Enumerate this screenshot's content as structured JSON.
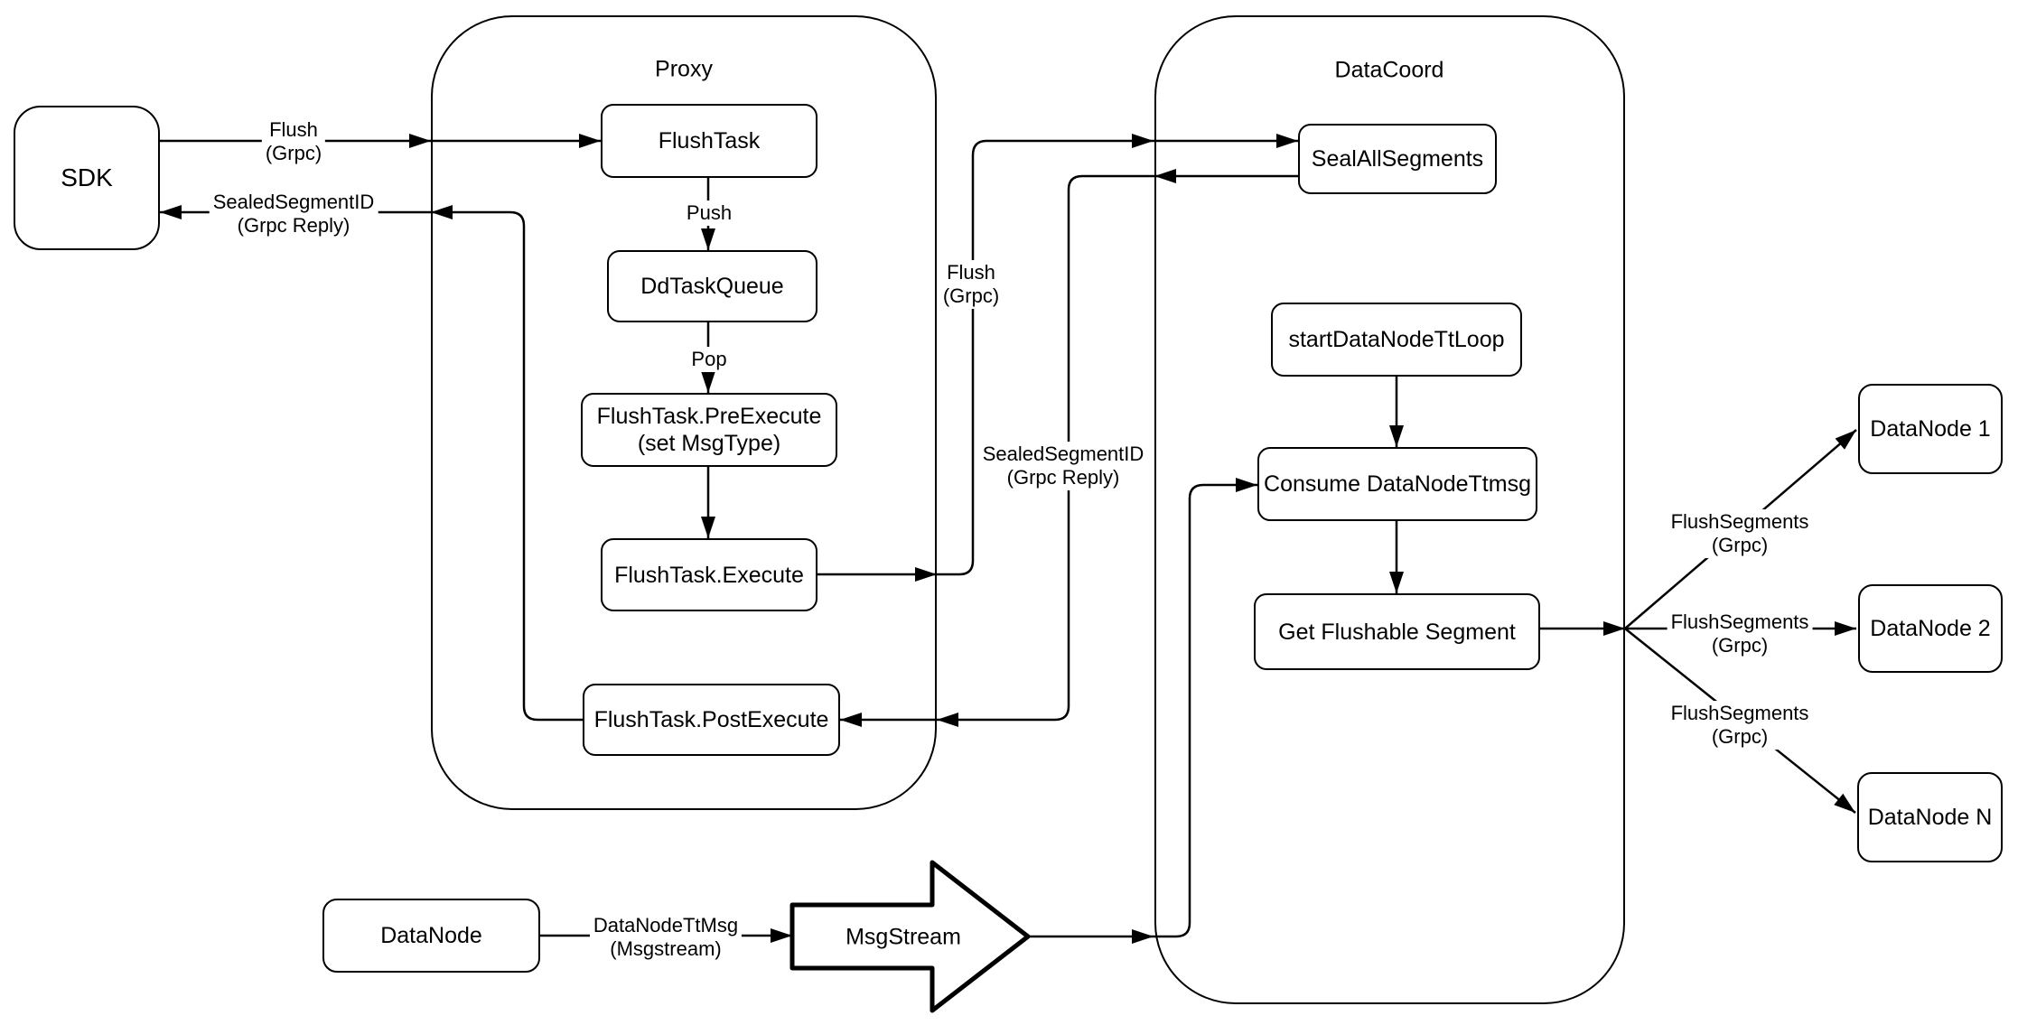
{
  "diagram": {
    "colors": {
      "stroke": "#000000",
      "background": "#ffffff"
    },
    "containers": {
      "proxy": {
        "label": "Proxy"
      },
      "datacoord": {
        "label": "DataCoord"
      }
    },
    "nodes": {
      "sdk": {
        "label": "SDK"
      },
      "flush_task": {
        "label": "FlushTask"
      },
      "dd_task_queue": {
        "label": "DdTaskQueue"
      },
      "pre_execute": {
        "label": "FlushTask.PreExecute",
        "label2": "(set MsgType)"
      },
      "execute": {
        "label": "FlushTask.Execute"
      },
      "post_execute": {
        "label": "FlushTask.PostExecute"
      },
      "seal_all_segments": {
        "label": "SealAllSegments"
      },
      "start_datanode_tt_loop": {
        "label": "startDataNodeTtLoop"
      },
      "consume_datanode_ttmsg": {
        "label": "Consume DataNodeTtmsg"
      },
      "get_flushable_segment": {
        "label": "Get Flushable Segment"
      },
      "datanode_1": {
        "label": "DataNode 1"
      },
      "datanode_2": {
        "label": "DataNode 2"
      },
      "datanode_n": {
        "label": "DataNode N"
      },
      "datanode": {
        "label": "DataNode"
      },
      "msgstream": {
        "label": "MsgStream"
      }
    },
    "edge_labels": {
      "flush_sdk": {
        "line1": "Flush",
        "line2": "(Grpc)"
      },
      "sealed_sdk": {
        "line1": "SealedSegmentID",
        "line2": "(Grpc Reply)"
      },
      "push": {
        "line1": "Push"
      },
      "pop": {
        "line1": "Pop"
      },
      "flush_dc": {
        "line1": "Flush",
        "line2": "(Grpc)"
      },
      "sealed_dc": {
        "line1": "SealedSegmentID",
        "line2": "(Grpc Reply)"
      },
      "flush_segments_1": {
        "line1": "FlushSegments",
        "line2": "(Grpc)"
      },
      "flush_segments_2": {
        "line1": "FlushSegments",
        "line2": "(Grpc)"
      },
      "flush_segments_3": {
        "line1": "FlushSegments",
        "line2": "(Grpc)"
      },
      "datanode_ttmsg": {
        "line1": "DataNodeTtMsg",
        "line2": "(Msgstream)"
      }
    }
  }
}
